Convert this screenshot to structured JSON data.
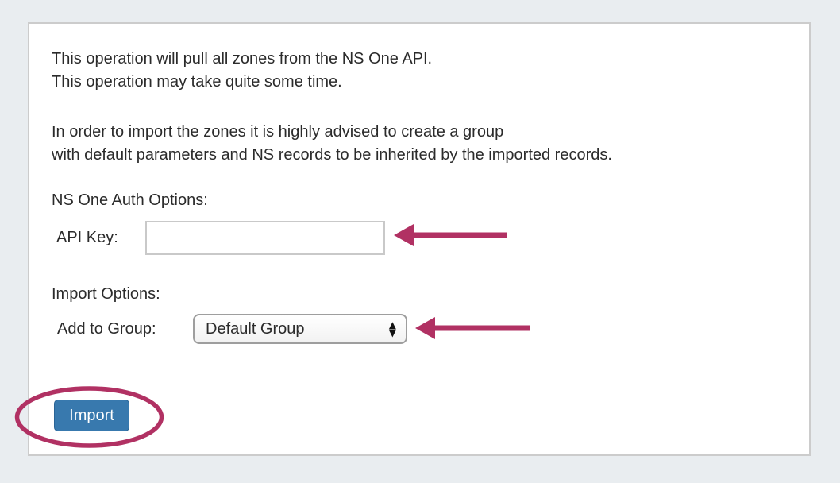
{
  "colors": {
    "page_background": "#e9edf0",
    "panel_background": "#ffffff",
    "panel_border": "#cccccc",
    "text": "#2b2b2b",
    "button_background": "#3879ae",
    "button_border": "#2a6496",
    "button_text": "#ffffff",
    "annotation": "#b13163"
  },
  "intro": {
    "paragraph1_line1": "This operation will pull all zones from the NS One API.",
    "paragraph1_line2": "This operation may take quite some time.",
    "paragraph2_line1": "In order to import the zones it is highly advised to create a group",
    "paragraph2_line2": "with default parameters and NS records to be inherited by the imported records."
  },
  "auth": {
    "heading": "NS One Auth Options:",
    "api_key": {
      "label": "API Key:",
      "value": "",
      "placeholder": ""
    }
  },
  "import_options": {
    "heading": "Import Options:",
    "add_to_group": {
      "label": "Add to Group:",
      "selected": "Default Group"
    }
  },
  "actions": {
    "import_button": "Import"
  },
  "icons": {
    "select_spinner_up": "▲",
    "select_spinner_down": "▼"
  }
}
